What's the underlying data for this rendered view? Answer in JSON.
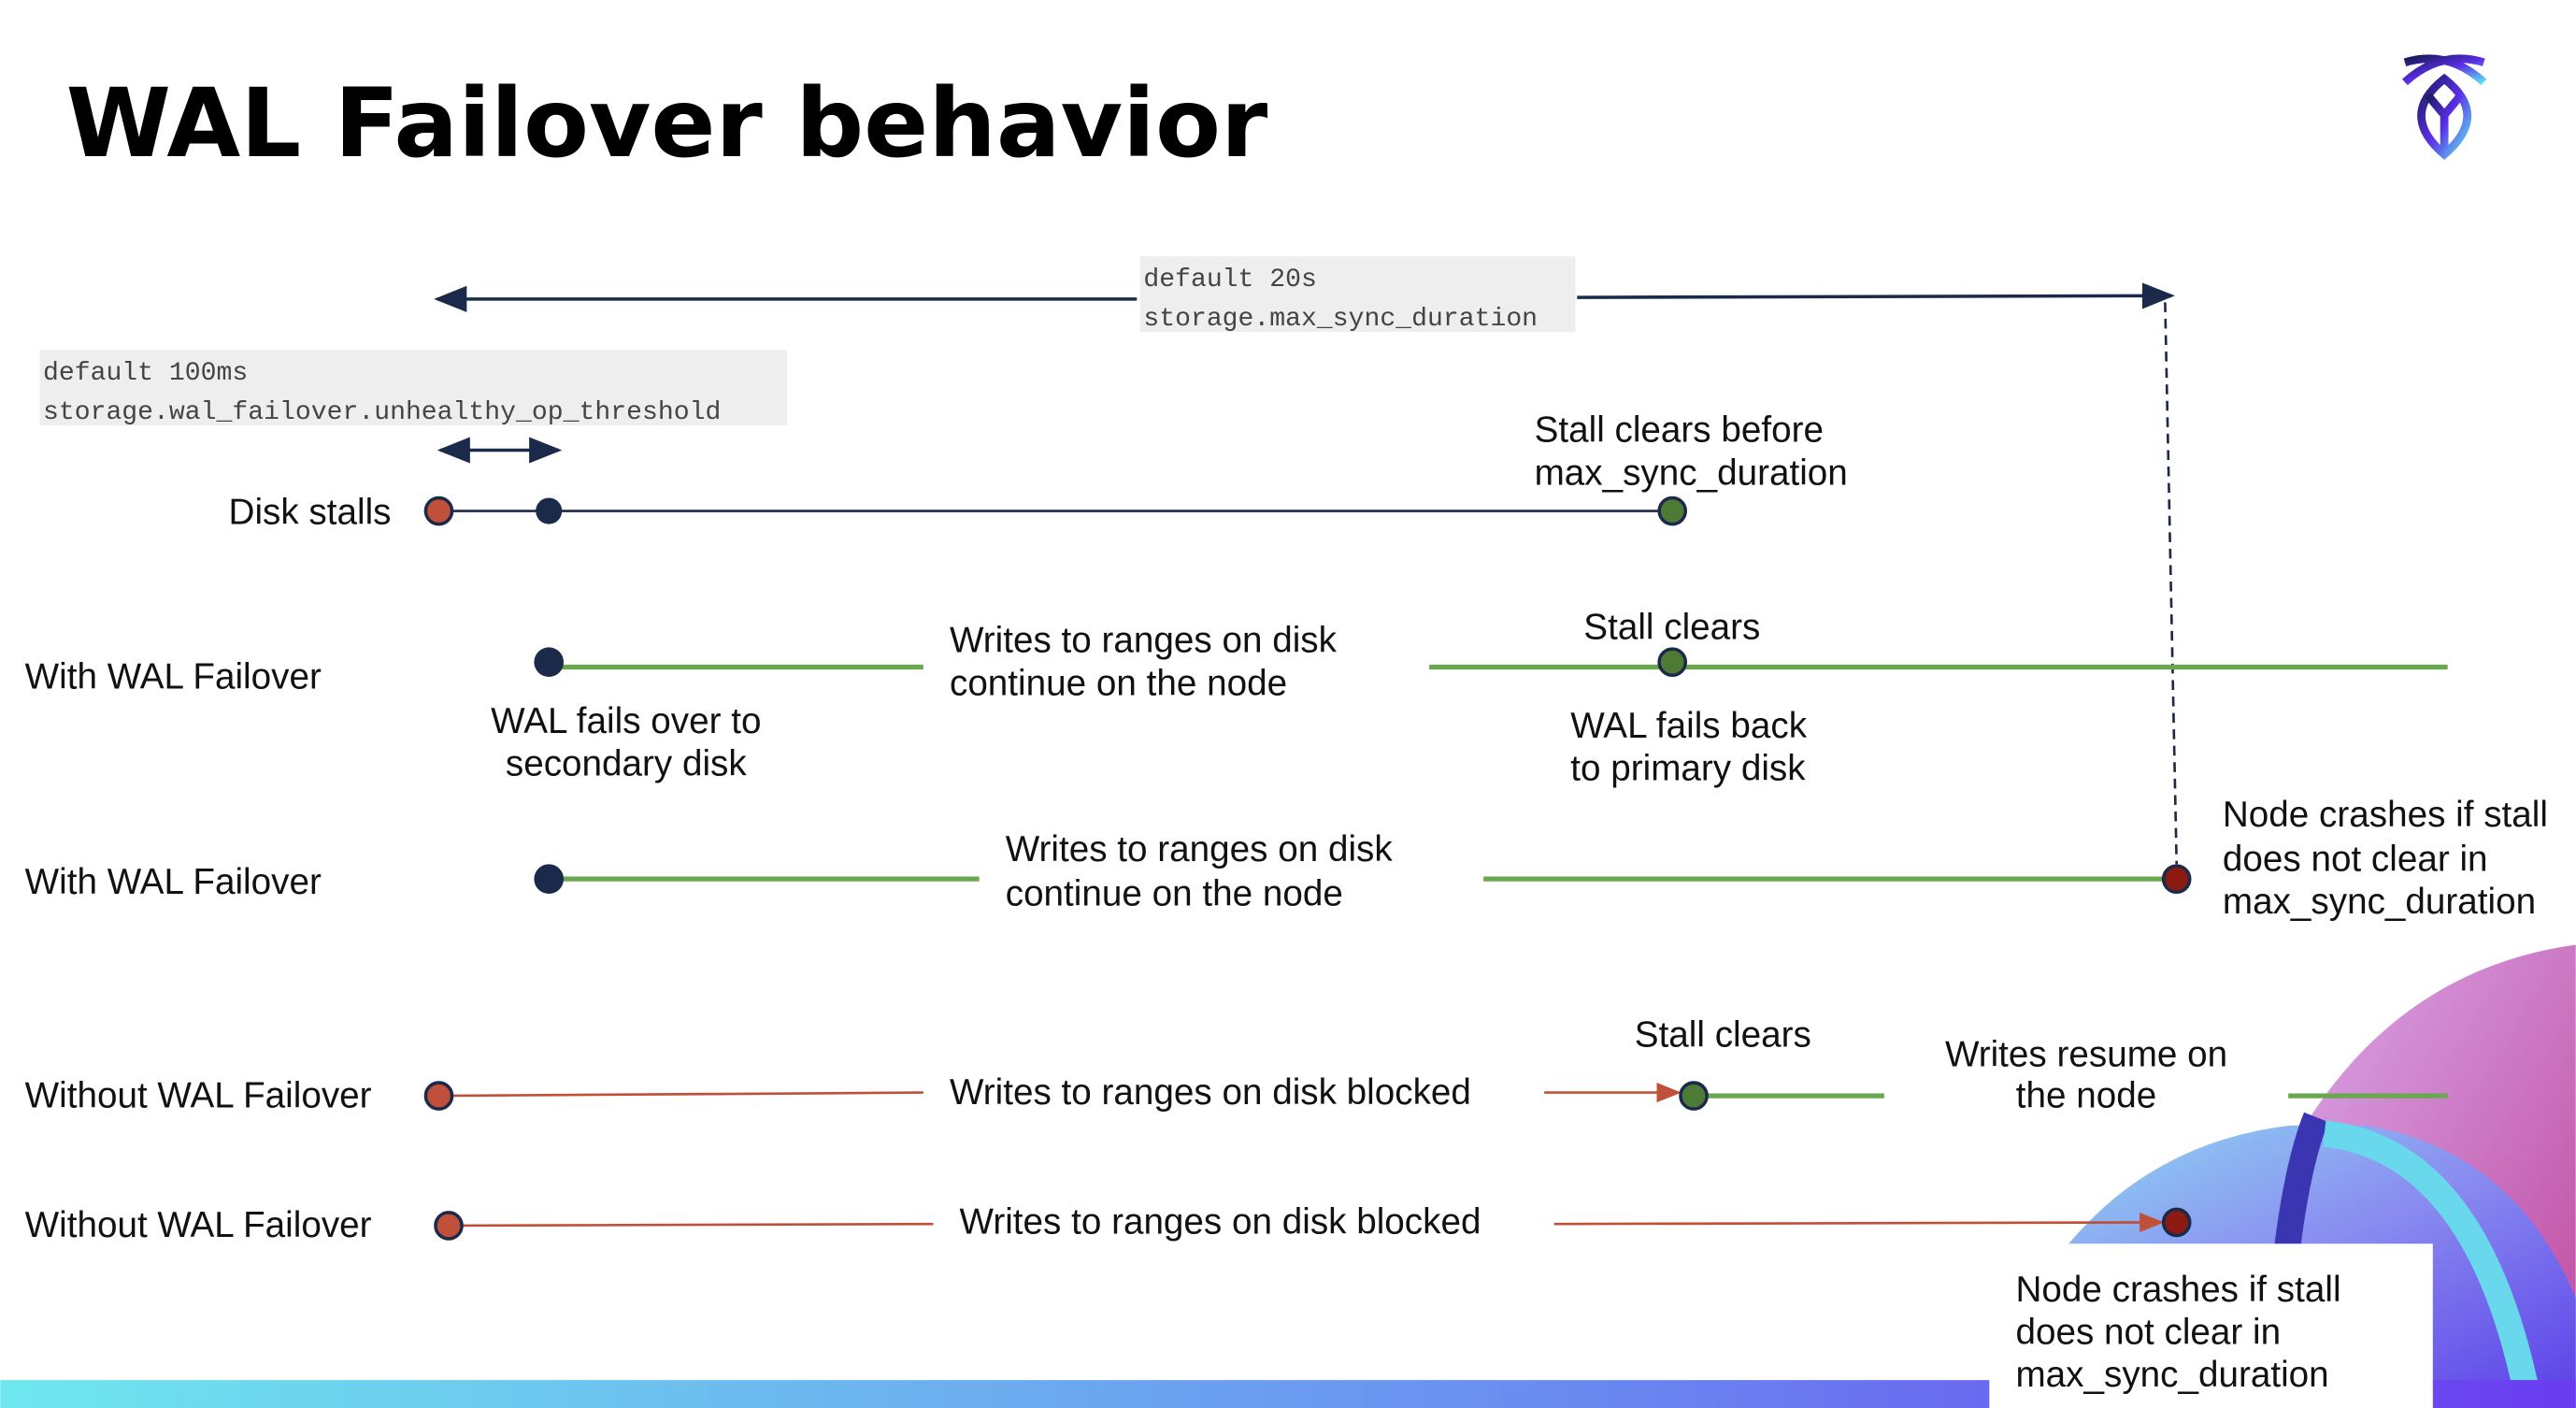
{
  "title": "WAL Failover behavior",
  "logo": {
    "icon": "cockroach-labs-logo"
  },
  "params": {
    "max_sync": {
      "default": "default 20s",
      "name": "storage.max_sync_duration"
    },
    "threshold": {
      "default": "default 100ms",
      "name": "storage.wal_failover.unhealthy_op_threshold"
    }
  },
  "rows": [
    {
      "label": "Disk stalls",
      "annotations": [
        "Stall clears before",
        "max_sync_duration"
      ]
    },
    {
      "label": "With WAL Failover",
      "middle": [
        "Writes to ranges on disk",
        "continue on the node"
      ],
      "stall": "Stall clears",
      "failover": [
        "WAL fails over to",
        "secondary disk"
      ],
      "failback": [
        "WAL fails  back",
        "to primary disk"
      ]
    },
    {
      "label": "With WAL Failover",
      "middle": [
        "Writes to ranges on disk",
        "continue on the node"
      ],
      "crash": [
        "Node crashes if stall",
        "does not clear in",
        "max_sync_duration"
      ]
    },
    {
      "label": "Without WAL Failover",
      "middle": "Writes to ranges on disk  blocked",
      "stall": "Stall clears",
      "resume": [
        "Writes resume on",
        "the node"
      ]
    },
    {
      "label": "Without WAL Failover",
      "middle": "Writes to ranges on disk  blocked",
      "crash": [
        "Node crashes if stall",
        "does not clear in",
        "max_sync_duration"
      ]
    }
  ],
  "colors": {
    "navy": "#1b2a4a",
    "green": "#6aa84f",
    "red": "#c0503a",
    "darkred": "#8b1a12",
    "codebg": "#eeeeee"
  }
}
